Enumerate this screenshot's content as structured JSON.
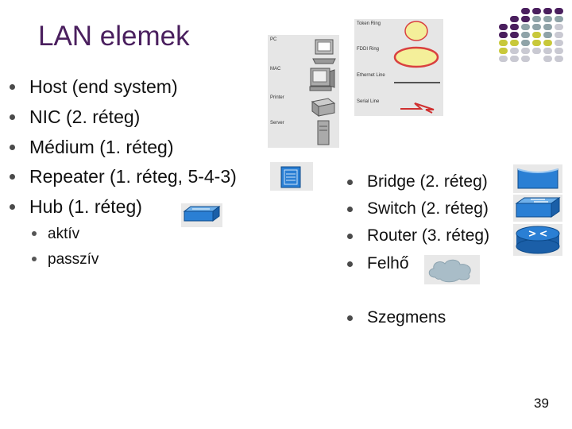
{
  "slide": {
    "title": "LAN elemek",
    "page_number": "39"
  },
  "left_list": [
    {
      "label": "Host (end system)"
    },
    {
      "label": "NIC (2. réteg)"
    },
    {
      "label": "Médium (1. réteg)"
    },
    {
      "label": "Repeater (1. réteg, 5-4-3)"
    },
    {
      "label": "Hub (1. réteg)"
    }
  ],
  "hub_sub": [
    {
      "label": "aktív"
    },
    {
      "label": "passzív"
    }
  ],
  "right_list": [
    {
      "label": "Bridge (2. réteg)"
    },
    {
      "label": "Switch (2. réteg)"
    },
    {
      "label": "Router (3. réteg)"
    },
    {
      "label": "Felhő"
    },
    {
      "label": "Szegmens"
    }
  ],
  "device_legend": [
    {
      "label": "PC"
    },
    {
      "label": "MAC"
    },
    {
      "label": "Printer"
    },
    {
      "label": "Server"
    }
  ],
  "media_legend": [
    {
      "label": "Token Ring"
    },
    {
      "label": "FDDI Ring"
    },
    {
      "label": "Ethernet Line"
    },
    {
      "label": "Serial Line"
    }
  ],
  "colors": {
    "title": "#4a1f5e",
    "dot_purple": "#4a1f5e",
    "dot_teal": "#8fa3a8",
    "dot_olive": "#c8c83a",
    "dot_gray": "#c9c9d2",
    "device_blue": "#1a73c8"
  }
}
